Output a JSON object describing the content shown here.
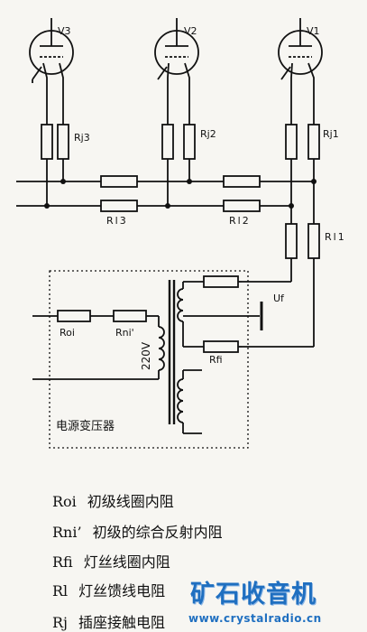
{
  "diagram": {
    "tubes": [
      "V3",
      "V2",
      "V1"
    ],
    "plate_resistors": [
      "Rj3",
      "Rj2",
      "Rj1"
    ],
    "line_resistors": [
      "Rl3",
      "Rl2",
      "Rl1"
    ],
    "primary_resistors": [
      "Roi",
      "Rni'"
    ],
    "filament_resistor": "Rfi",
    "voltage_label": "Uf",
    "mains_label": "220V",
    "transformer_box_label": "电源变压器"
  },
  "legend": [
    {
      "symbol": "Roi",
      "desc": "初级线圈内阻"
    },
    {
      "symbol": "Rni’",
      "desc": "初级的综合反射内阻"
    },
    {
      "symbol": "Rfi",
      "desc": "灯丝线圈内阻"
    },
    {
      "symbol": "Rl",
      "desc": "灯丝馈线电阻"
    },
    {
      "symbol": "Rj",
      "desc": "插座接触电阻"
    }
  ],
  "watermark": {
    "title": "矿石收音机",
    "url": "www.crystalradio.cn"
  },
  "colors": {
    "ink": "#111111",
    "accent": "#1f6fc0"
  }
}
